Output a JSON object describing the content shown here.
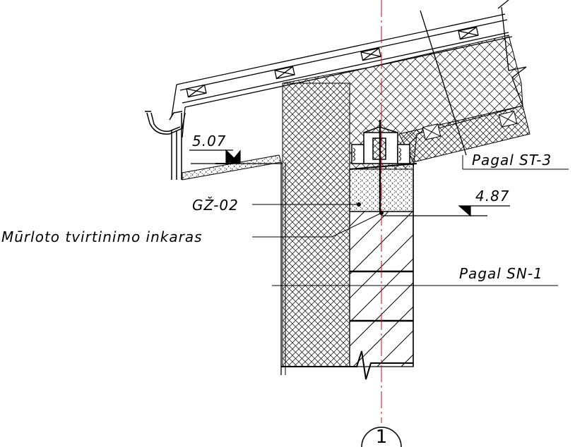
{
  "labels": {
    "elevation_top": "5.07",
    "elevation_bottom": "4.87",
    "lintel_code": "GŽ-02",
    "anchor_label": "Mūrloto tvirtinimo inkaras",
    "ref_roof": "Pagal ST-3",
    "ref_wall": "Pagal SN-1",
    "axis_number": "1"
  },
  "colors": {
    "line": "#000000",
    "axis": "#e0001b",
    "background": "#ffffff"
  }
}
